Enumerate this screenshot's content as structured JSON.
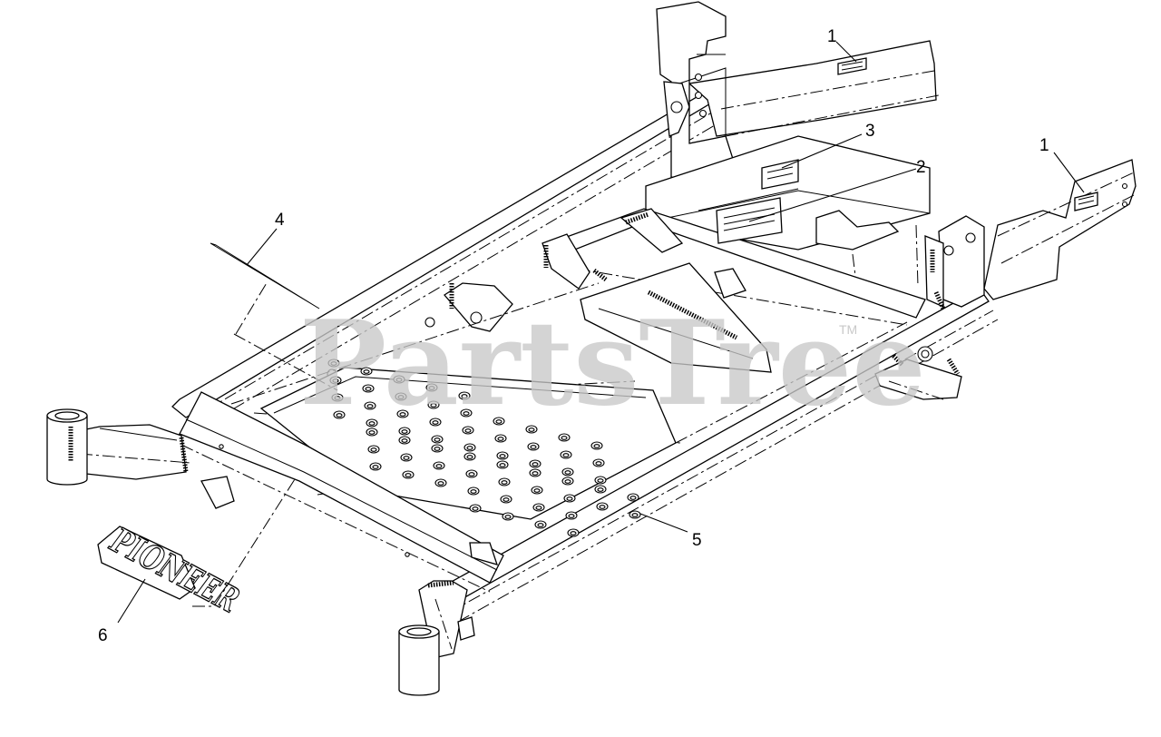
{
  "watermark": {
    "text": "PartsTree",
    "trademark": "TM"
  },
  "logo": {
    "text": "PIONEER"
  },
  "callouts": [
    {
      "id": "1a",
      "label": "1"
    },
    {
      "id": "1b",
      "label": "1"
    },
    {
      "id": "2",
      "label": "2"
    },
    {
      "id": "3",
      "label": "3"
    },
    {
      "id": "4",
      "label": "4"
    },
    {
      "id": "5",
      "label": "5"
    },
    {
      "id": "6",
      "label": "6"
    }
  ]
}
